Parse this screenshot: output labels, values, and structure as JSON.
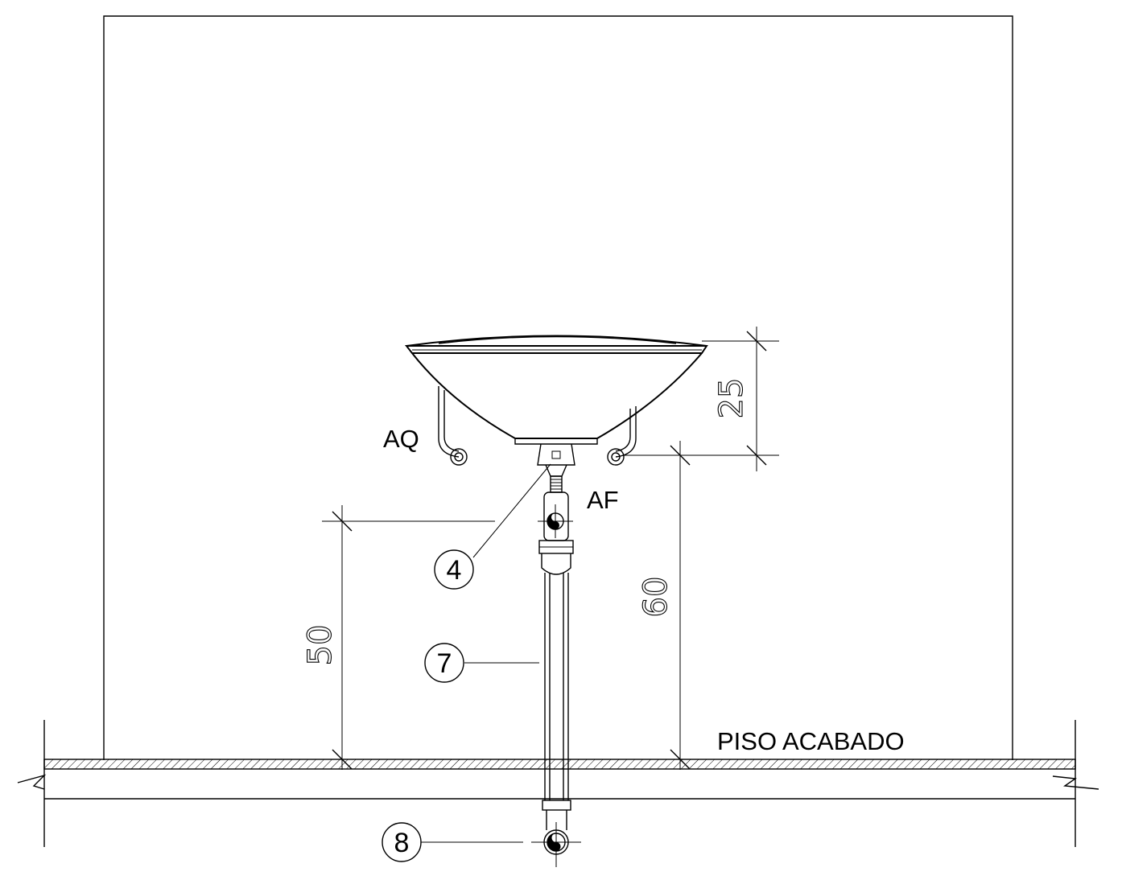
{
  "labels": {
    "hot_water": "AQ",
    "cold_water": "AF",
    "floor": "PISO ACABADO"
  },
  "callouts": {
    "trap": "4",
    "drain_pipe": "7",
    "drain_elbow": "8"
  },
  "dimensions": {
    "basin_height": "25",
    "supply_height": "60",
    "drain_height": "50"
  }
}
